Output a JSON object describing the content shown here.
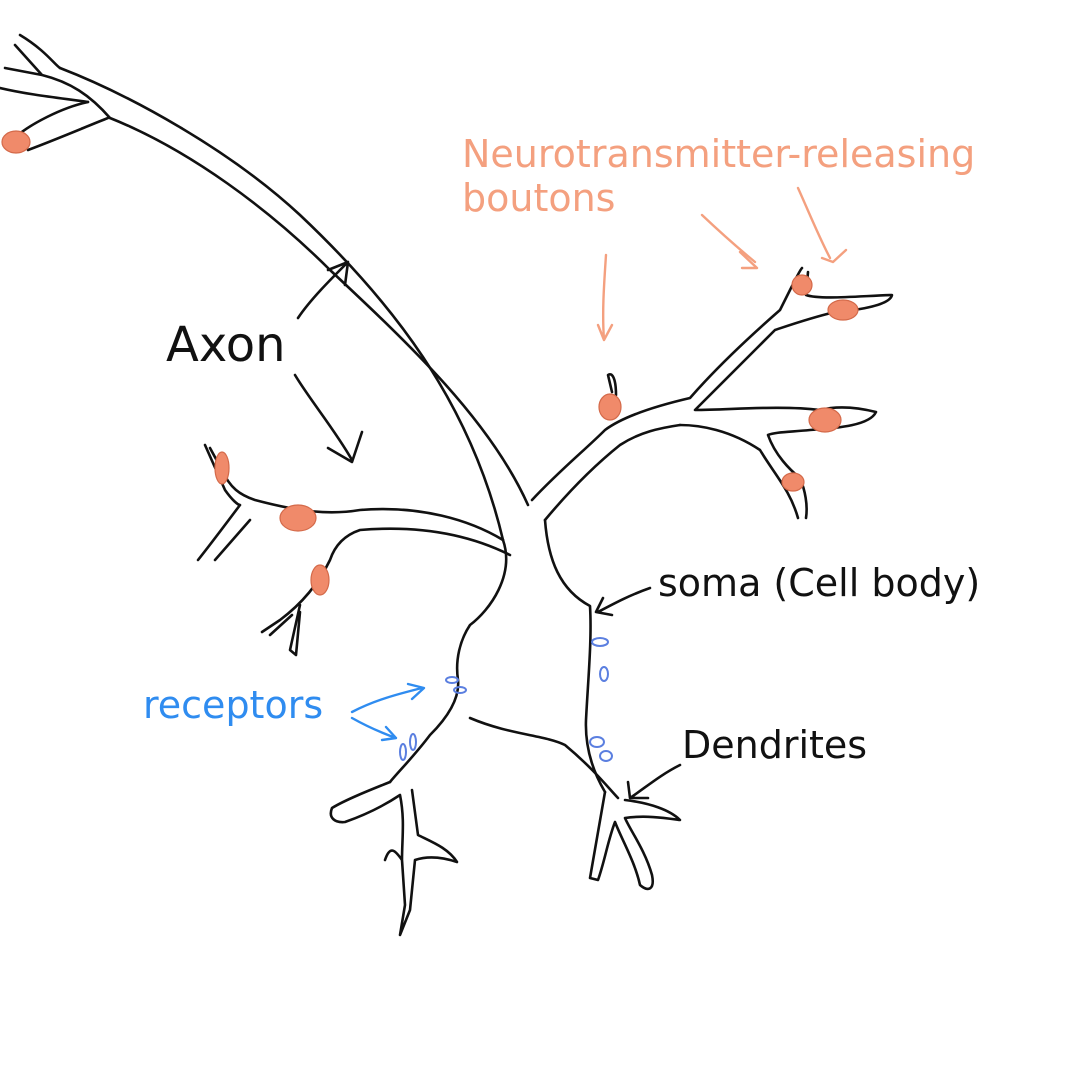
{
  "labels": {
    "axon": "Axon",
    "boutons_line1": "Neurotransmitter-releasing",
    "boutons_line2": "boutons",
    "soma": "soma (Cell body)",
    "dendrites": "Dendrites",
    "receptors": "receptors"
  },
  "colors": {
    "ink": "#111111",
    "bouton_label": "#f4a07f",
    "bouton_fill": "#f08a6a",
    "receptor": "#2f8cf0",
    "receptor_mark": "#5b7fe0",
    "background": "#ffffff"
  }
}
